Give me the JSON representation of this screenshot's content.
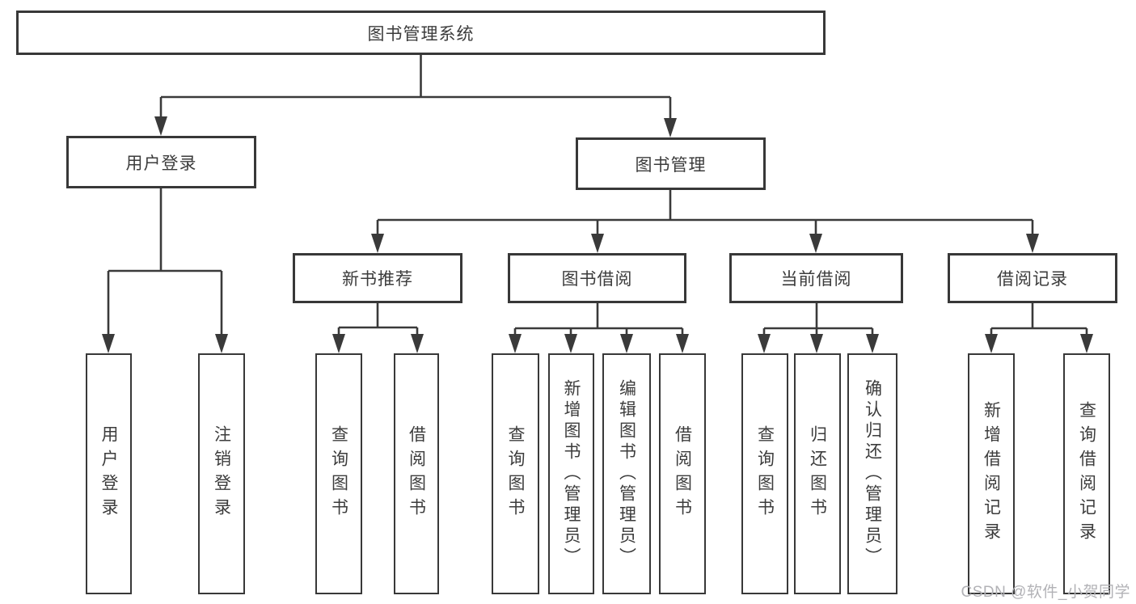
{
  "tree": {
    "label": "图书管理系统",
    "children": [
      {
        "label": "用户登录",
        "children": [
          {
            "label": "用户登录"
          },
          {
            "label": "注销登录"
          }
        ]
      },
      {
        "label": "图书管理",
        "children": [
          {
            "label": "新书推荐",
            "children": [
              {
                "label": "查询图书"
              },
              {
                "label": "借阅图书"
              }
            ]
          },
          {
            "label": "图书借阅",
            "children": [
              {
                "label": "查询图书"
              },
              {
                "label": "新增图书（管理员）"
              },
              {
                "label": "编辑图书（管理员）"
              },
              {
                "label": "借阅图书"
              }
            ]
          },
          {
            "label": "当前借阅",
            "children": [
              {
                "label": "查询图书"
              },
              {
                "label": "归还图书"
              },
              {
                "label": "确认归还（管理员）"
              }
            ]
          },
          {
            "label": "借阅记录",
            "children": [
              {
                "label": "新增借阅记录"
              },
              {
                "label": "查询借阅记录"
              }
            ]
          }
        ]
      }
    ]
  },
  "watermark": {
    "text": "CSDN @软件_小贺同学"
  },
  "colors": {
    "line": "#3a3a3a",
    "box_border": "#383838",
    "box_fill": "#ffffff",
    "text": "#3c3c3c",
    "watermark": "#b2b2b6",
    "background": "#ffffff"
  },
  "diagram_type": "hierarchy-tree"
}
